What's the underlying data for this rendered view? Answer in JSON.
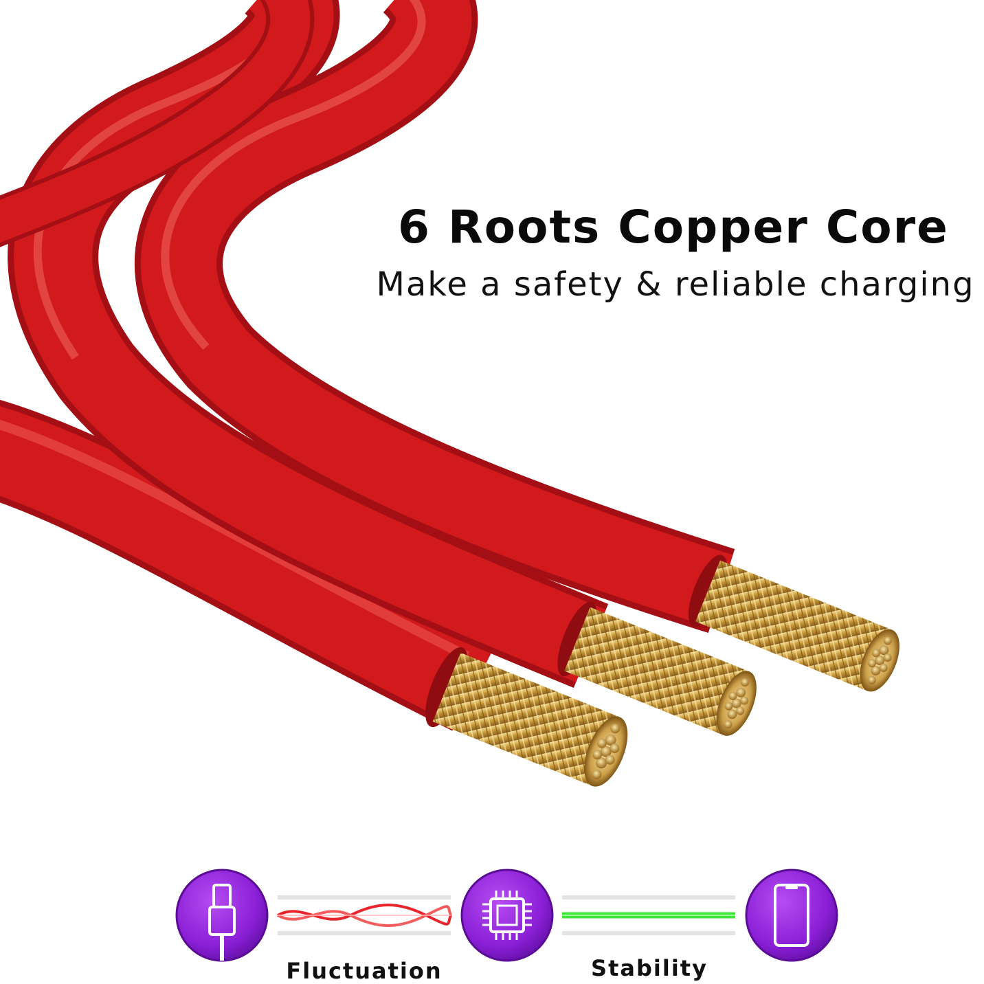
{
  "headline": {
    "title": "6 Roots Copper Core",
    "subtitle": "Make a safety & reliable charging"
  },
  "wires": {
    "count": 3,
    "insulation_color": "#d21a1c",
    "core_color": "#c9a040"
  },
  "flow": {
    "steps": [
      {
        "icon": "usb-cable-icon",
        "color": "#8a1fd6"
      },
      {
        "icon": "chip-icon",
        "color": "#8a1fd6"
      },
      {
        "icon": "phone-icon",
        "color": "#8a1fd6"
      }
    ],
    "fluctuation_label": "Fluctuation",
    "fluctuation_color": "#e8242c",
    "stability_label": "Stability",
    "stability_color": "#3de63a"
  }
}
